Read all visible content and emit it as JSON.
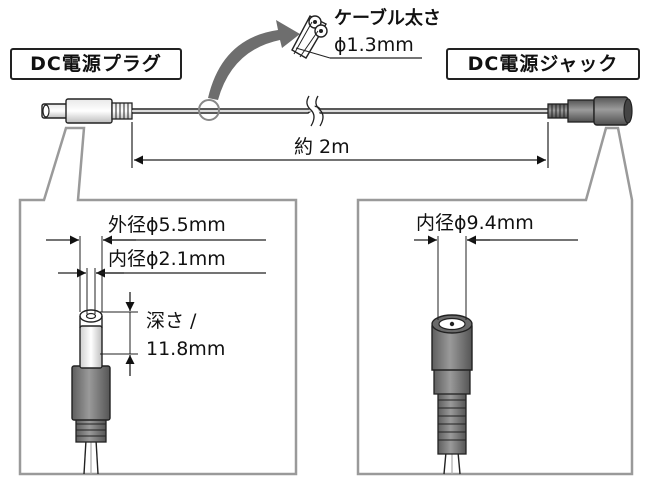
{
  "labels": {
    "plug_title": "DC電源プラグ",
    "jack_title": "DC電源ジャック",
    "cable_thickness_title": "ケーブル太さ",
    "cable_thickness_value": "ϕ1.3mm",
    "length": "約 2m",
    "plug_outer_diameter": "外径ϕ5.5mm",
    "plug_inner_diameter": "内径ϕ2.1mm",
    "plug_depth_line1": "深さ /",
    "plug_depth_line2": "11.8mm",
    "jack_inner_diameter": "内径ϕ9.4mm"
  },
  "colors": {
    "outline": "#222222",
    "callout_border": "#9a9a9a",
    "connector_body": "#777777",
    "arrow": "#6e6e6e"
  }
}
